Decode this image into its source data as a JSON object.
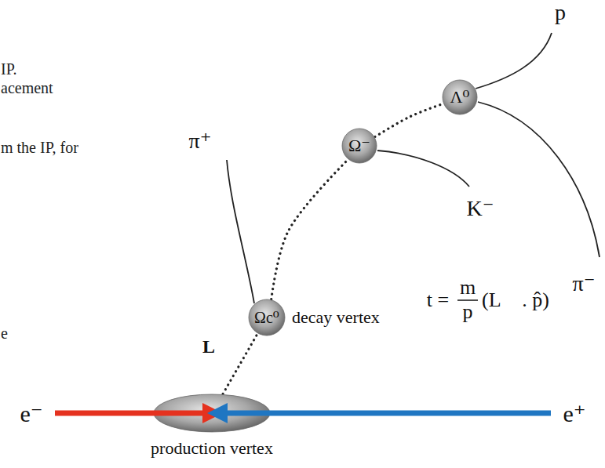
{
  "diagram": {
    "nodes": [
      {
        "text": [
          "production vertex"
        ]
      },
      {
        "text": [
          "Ωc⁰",
          "decay vertex"
        ]
      },
      {
        "text": [
          "Ω⁻"
        ]
      },
      {
        "text": [
          "Λ⁰"
        ]
      }
    ],
    "edges": [
      {
        "from": 0,
        "to": 1,
        "label": "L",
        "arrow": "none"
      },
      {
        "from": 1,
        "to": 2,
        "arrow": "none"
      },
      {
        "from": 2,
        "to": 3,
        "arrow": "none"
      }
    ],
    "labels": [
      "IP.",
      "acement",
      "m the IP, for",
      "e",
      "π⁺",
      "K⁻",
      "p",
      "π⁻",
      "e⁻",
      "e⁺",
      "t =",
      "m",
      "p",
      "(L⃗ . p̂)"
    ]
  }
}
